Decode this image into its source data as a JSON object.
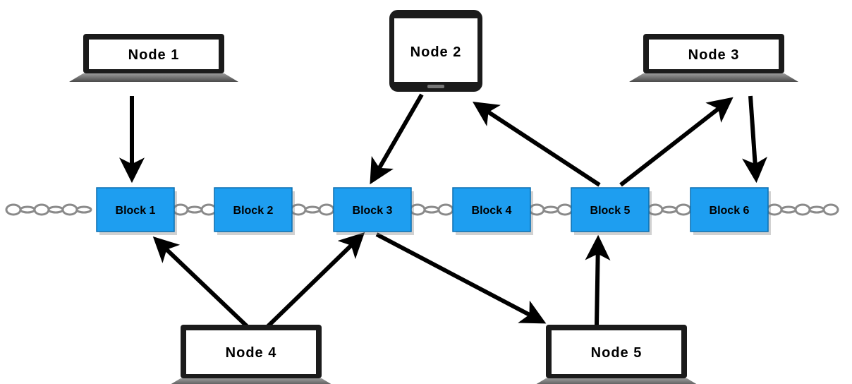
{
  "nodes": [
    {
      "id": "node-1",
      "label": "Node 1",
      "device": "laptop"
    },
    {
      "id": "node-2",
      "label": "Node 2",
      "device": "phone"
    },
    {
      "id": "node-3",
      "label": "Node 3",
      "device": "laptop"
    },
    {
      "id": "node-4",
      "label": "Node 4",
      "device": "laptop"
    },
    {
      "id": "node-5",
      "label": "Node 5",
      "device": "laptop"
    }
  ],
  "blocks": [
    {
      "id": "block-1",
      "label": "Block 1"
    },
    {
      "id": "block-2",
      "label": "Block 2"
    },
    {
      "id": "block-3",
      "label": "Block 3"
    },
    {
      "id": "block-4",
      "label": "Block 4"
    },
    {
      "id": "block-5",
      "label": "Block 5"
    },
    {
      "id": "block-6",
      "label": "Block 6"
    }
  ],
  "edges": [
    {
      "from": "node-1",
      "to": "block-1"
    },
    {
      "from": "node-2",
      "to": "block-3"
    },
    {
      "from": "block-5",
      "to": "node-2"
    },
    {
      "from": "block-5",
      "to": "node-3"
    },
    {
      "from": "node-3",
      "to": "block-6"
    },
    {
      "from": "node-4",
      "to": "block-1"
    },
    {
      "from": "node-4",
      "to": "block-3"
    },
    {
      "from": "block-3",
      "to": "node-5"
    },
    {
      "from": "node-5",
      "to": "block-5"
    }
  ],
  "colors": {
    "block_fill": "#1e9ef0",
    "block_edge": "#0b6fb0",
    "arrow": "#000000",
    "device_frame": "#1b1b1b",
    "screen": "#ffffff",
    "chain": "#8a8a8a"
  }
}
